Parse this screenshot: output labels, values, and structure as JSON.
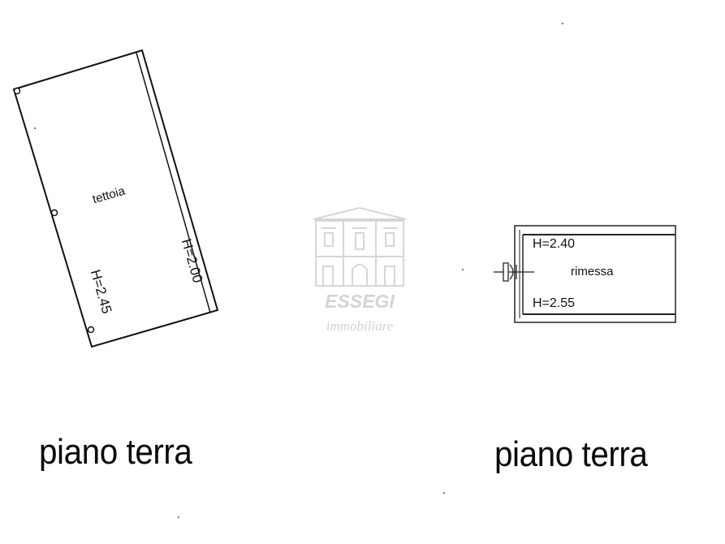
{
  "plan_left": {
    "room_name": "tettoia",
    "height_left": "H=2.45",
    "height_right": "H=2.00",
    "caption": "piano terra"
  },
  "plan_right": {
    "room_name": "rimessa",
    "height_top": "H=2.40",
    "height_bottom": "H=2.55",
    "caption": "piano terra"
  },
  "watermark": {
    "brand": "ESSEGI",
    "subtitle": "immobiliare",
    "icon": "building-facade-icon",
    "color": "#d4d4d4"
  },
  "colors": {
    "line": "#111111",
    "background": "#ffffff"
  }
}
